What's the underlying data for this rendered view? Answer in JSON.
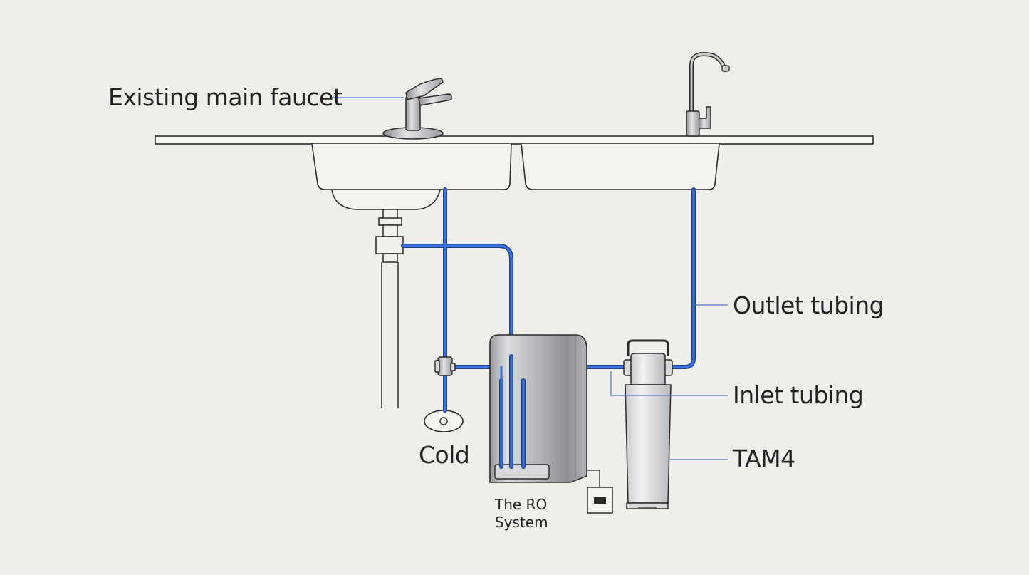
{
  "labels": {
    "main_faucet": "Existing main faucet",
    "outlet_tubing": "Outlet tubing",
    "inlet_tubing": "Inlet tubing",
    "tam4": "TAM4",
    "cold": "Cold",
    "ro_system": "The RO\nSystem"
  },
  "colors": {
    "background": "#efeeeb",
    "tubing_blue": "#2a5fc8",
    "leader_line": "#4f79c9",
    "outline": "#2b2b2b"
  },
  "icons": {
    "main_faucet": "single-lever-faucet",
    "ro_faucet": "gooseneck-faucet",
    "valve": "angle-stop-valve",
    "tank": "ro-tank",
    "filter": "tam4-filter-canister",
    "outlet_box": "electrical-outlet"
  }
}
